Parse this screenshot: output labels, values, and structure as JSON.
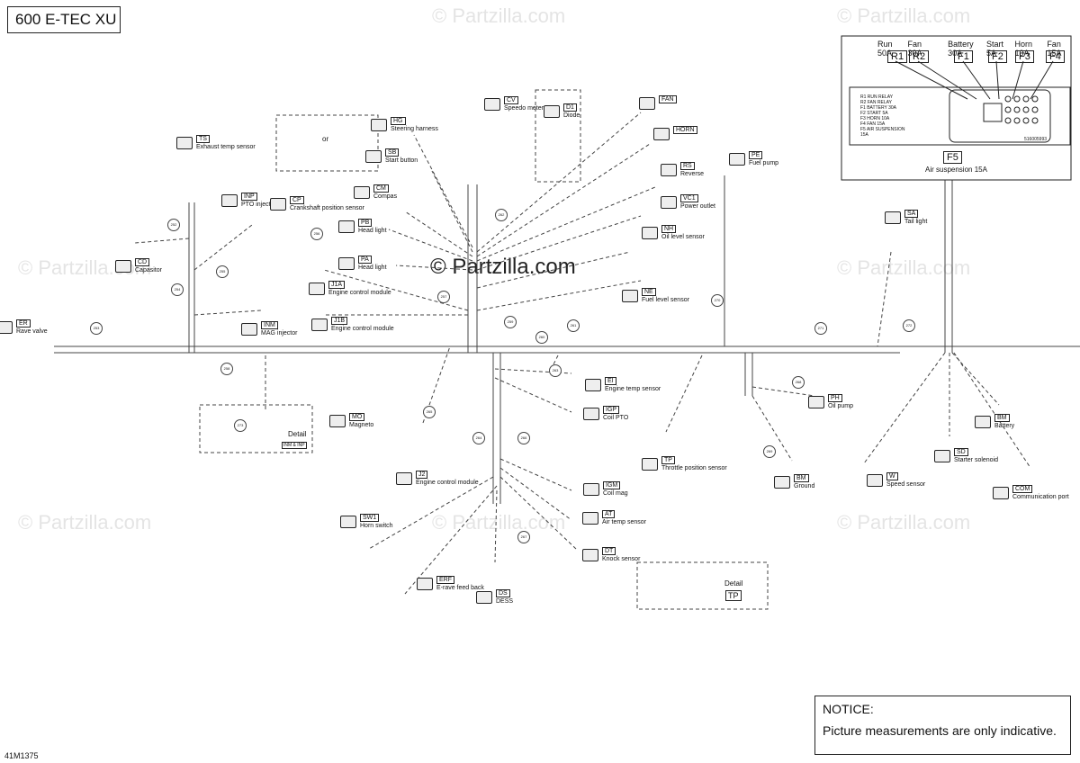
{
  "title": "600 E-TEC XU",
  "figure_id": "41M1375",
  "notice": {
    "heading": "NOTICE:",
    "text": "Picture measurements are only indicative."
  },
  "watermark": "© Partzilla.com",
  "fuse_box": {
    "top_labels": [
      "Run 50A",
      "Fan 30A",
      "Battery 30A",
      "Start 5A",
      "Horn 10A",
      "Fan 15A"
    ],
    "slots": [
      "R1",
      "R2",
      "F1",
      "F2",
      "F3",
      "F4"
    ],
    "legend": [
      "R1 RUN RELAY",
      "R2 FAN RELAY",
      "F1 BATTERY 30A",
      "F2 START 5A",
      "F3 HORN 10A",
      "F4 FAN 15A",
      "F5 AIR SUSPENSION",
      "15A"
    ],
    "part_no": "516005993",
    "f5_code": "F5",
    "f5_label": "Air suspension 15A"
  },
  "components": [
    {
      "code": "ER",
      "label": "Rave valve"
    },
    {
      "code": "TS",
      "label": "Exhaust temp sensor"
    },
    {
      "code": "CD",
      "label": "Capasitor"
    },
    {
      "code": "INP",
      "label": "PTO injector"
    },
    {
      "code": "INM",
      "label": "MAG injector"
    },
    {
      "code": "CP",
      "label": "Crankshaft position sensor"
    },
    {
      "code": "HG",
      "label": "Steering harness"
    },
    {
      "code": "SB",
      "label": "Start button"
    },
    {
      "code": "CM",
      "label": "Compas"
    },
    {
      "code": "PB",
      "label": "Head light"
    },
    {
      "code": "PA",
      "label": "Head light"
    },
    {
      "code": "J1A",
      "label": "Engine control module"
    },
    {
      "code": "J1B",
      "label": "Engine control module"
    },
    {
      "code": "CV",
      "label": "Speedo meter"
    },
    {
      "code": "D1",
      "label": "Diode"
    },
    {
      "code": "FAN",
      "label": ""
    },
    {
      "code": "HORN",
      "label": ""
    },
    {
      "code": "RS",
      "label": "Reverse"
    },
    {
      "code": "VC1",
      "label": "Power outlet"
    },
    {
      "code": "NH",
      "label": "Oil level sensor"
    },
    {
      "code": "NE",
      "label": "Fuel level sensor"
    },
    {
      "code": "PE",
      "label": "Fuel pump"
    },
    {
      "code": "SA",
      "label": "Tail light"
    },
    {
      "code": "MO",
      "label": "Magneto"
    },
    {
      "code": "J2",
      "label": "Engine control module"
    },
    {
      "code": "EI",
      "label": "Engine temp sensor"
    },
    {
      "code": "IGP",
      "label": "Coil PTO"
    },
    {
      "code": "IGM",
      "label": "Coil mag"
    },
    {
      "code": "AT",
      "label": "Air temp sensor"
    },
    {
      "code": "DT",
      "label": "Knock sensor"
    },
    {
      "code": "SW1",
      "label": "Horn switch"
    },
    {
      "code": "ERF",
      "label": "E-rave feed back"
    },
    {
      "code": "DS",
      "label": "DESS"
    },
    {
      "code": "TP",
      "label": "Throttle position sensor"
    },
    {
      "code": "PH",
      "label": "Oil pump"
    },
    {
      "code": "BM",
      "label": "Ground"
    },
    {
      "code": "BM",
      "label": "Battery"
    },
    {
      "code": "SD",
      "label": "Starter solenoid"
    },
    {
      "code": "W",
      "label": "Speed sensor"
    },
    {
      "code": "COM",
      "label": "Communication port"
    }
  ],
  "details": [
    {
      "label": "Detail",
      "codes": "INM & INP"
    },
    {
      "label": "Detail",
      "code": "TP"
    }
  ],
  "inset_text": {
    "steering_or": "or"
  },
  "wire_tags": [
    "253",
    "252",
    "254",
    "255",
    "258",
    "256",
    "257",
    "259",
    "260",
    "261",
    "262",
    "263",
    "264",
    "265",
    "266",
    "267",
    "268",
    "269",
    "270",
    "271",
    "272",
    "273"
  ]
}
